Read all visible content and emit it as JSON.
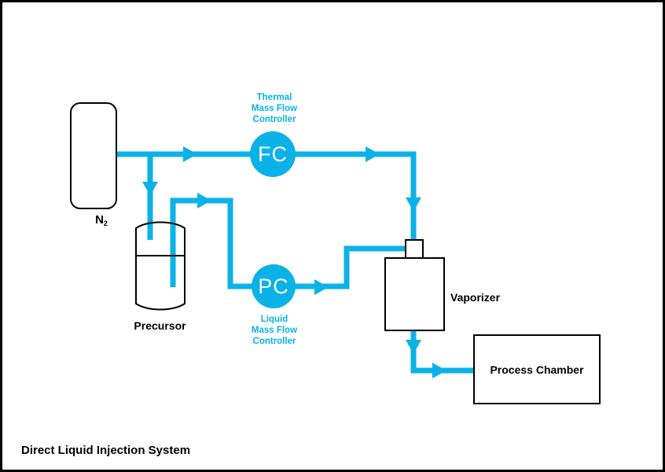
{
  "title": "Direct Liquid Injection System",
  "colors": {
    "accent": "#0AB2E8",
    "ink": "#000000",
    "background": "#FFFFFF"
  },
  "components": {
    "n2_tank": {
      "label_main": "N",
      "label_sub": "2"
    },
    "precursor_vessel": {
      "label": "Precursor"
    },
    "thermal_mass_flow_controller": {
      "symbol": "FC",
      "caption_lines": [
        "Thermal",
        "Mass Flow",
        "Controller"
      ]
    },
    "liquid_mass_flow_controller": {
      "symbol": "PC",
      "caption_lines": [
        "Liquid",
        "Mass Flow",
        "Controller"
      ]
    },
    "vaporizer": {
      "label": "Vaporizer"
    },
    "process_chamber": {
      "label": "Process Chamber"
    }
  }
}
